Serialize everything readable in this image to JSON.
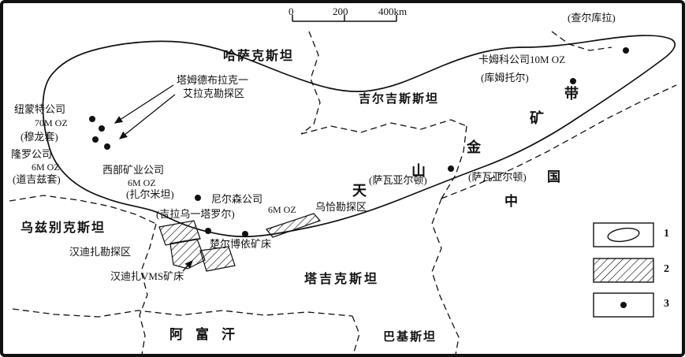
{
  "meta": {
    "description": "Sketch map of the Tian Shan gold belt across Central Asia with deposits, exploration areas and legend",
    "colors": {
      "ink": "#111111",
      "paper": "#ffffff"
    }
  },
  "scale_bar": {
    "zero": "0",
    "two_hundred": "200",
    "four_hundred": "400km"
  },
  "regions": {
    "kazakhstan": "哈萨克斯坦",
    "kyrgyzstan": "吉尔吉斯斯坦",
    "uzbekistan": "乌兹别克斯坦",
    "tajikistan": "塔吉克斯坦",
    "afghanistan": "阿富汗",
    "pakistan": "巴基斯坦",
    "china_zhong": "中",
    "china_guo": "国"
  },
  "belt_chars": {
    "tian": "天",
    "shan": "山",
    "jin": "金",
    "kuang": "矿",
    "dai": "带"
  },
  "annotations": {
    "charkula": "(查尔库拉)",
    "cameco": "卡姆科公司10M OZ",
    "kumtor": "(库姆托尔)",
    "newmont": "纽蒙特公司",
    "newmont_oz": "70M OZ",
    "muruntau": "(穆龙套)",
    "lonrho": "隆罗公司",
    "lonrho_oz": "6M OZ",
    "daugyztau": "(道吉兹套)",
    "tamdybulak_1": "塔姆德布拉克一",
    "tamdybulak_2": "艾拉克勘探区",
    "western_mining": "西部矿业公司",
    "western_oz": "6M OZ",
    "zarmitan": "(扎尔米坦)",
    "nelson": "尼尔森公司",
    "jilau_taror": "(吉拉乌一塔罗尔)",
    "ucha_oz": "6M OZ",
    "ucha_area": "乌恰勘探区",
    "sawayaerdun_w": "(萨瓦亚尔顿)",
    "sawayaerdun_e": "(萨瓦亚尔顿)",
    "chore": "楚尔博依矿床",
    "khandiza_area": "汉迪扎勘探区",
    "khandiza_vms": "汉迪扎VMS矿床"
  },
  "legend": {
    "one": "1",
    "two": "2",
    "three": "3"
  }
}
